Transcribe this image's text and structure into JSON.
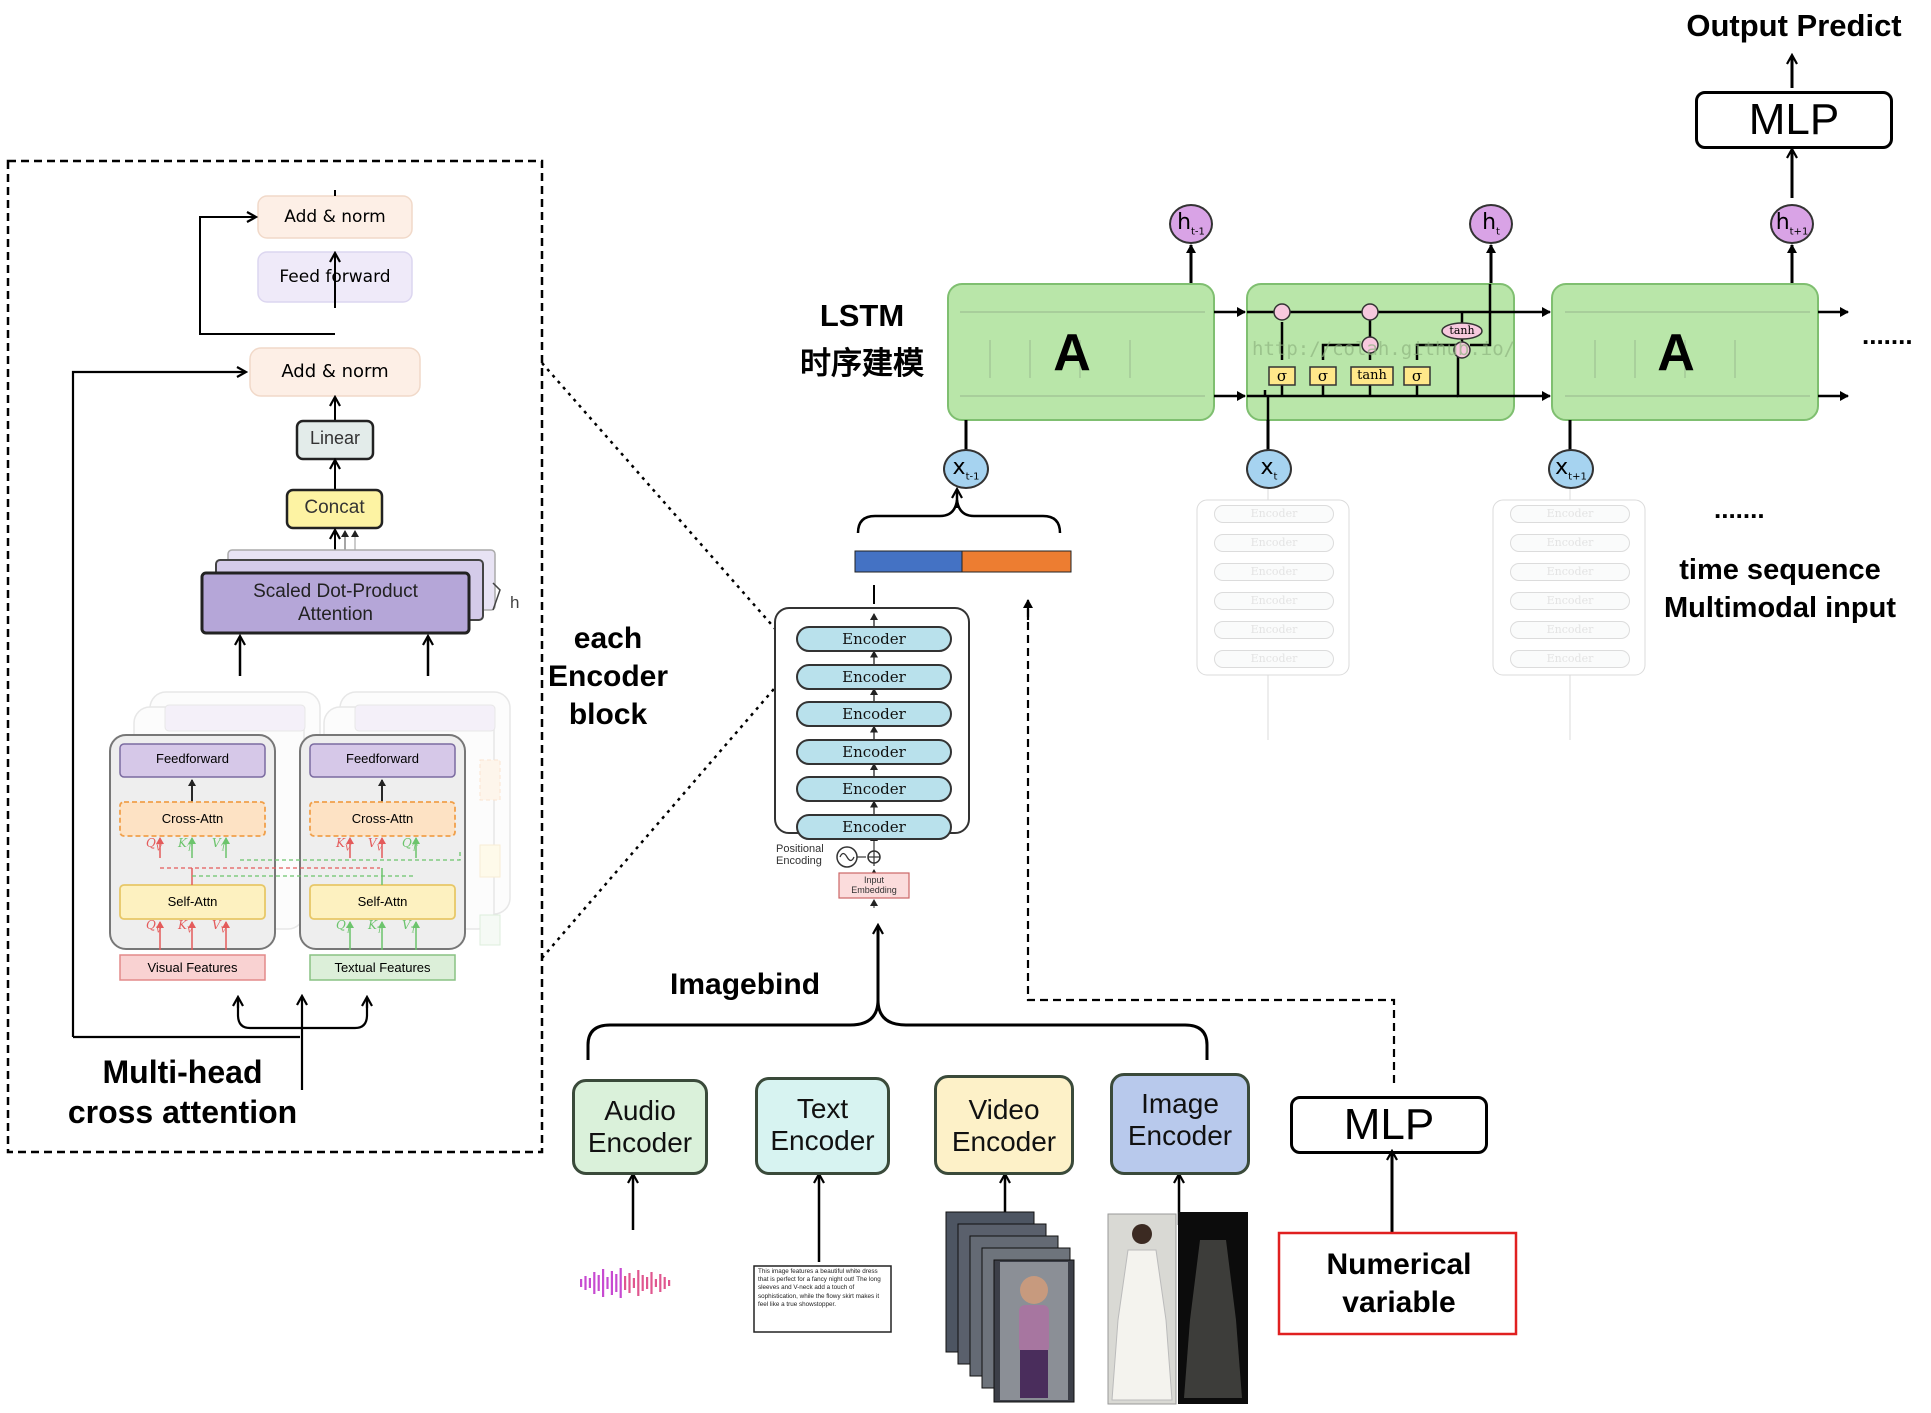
{
  "output_predict": "Output Predict",
  "top_mlp": "MLP",
  "lstm_title": "LSTM",
  "lstm_subtitle": "时序建模",
  "lstm_cells": {
    "a_left": "A",
    "a_right": "A"
  },
  "lstm_gates": {
    "sigma": "σ",
    "tanh": "tanh"
  },
  "watermark": "http://colah.github.io/",
  "hidden_states": [
    "h",
    "h",
    "h"
  ],
  "hidden_subs": [
    "t-1",
    "t",
    "t+1"
  ],
  "inputs": [
    "x",
    "x",
    "x"
  ],
  "input_subs": [
    "t-1",
    "t",
    "t+1"
  ],
  "ellipsis_right": ".......",
  "ellipsis_mid": ".......",
  "time_sequence_label": [
    "time sequence",
    "Multimodal input"
  ],
  "encoder_stack": {
    "label": "Encoder",
    "count": 6,
    "positional": [
      "Positional",
      "Encoding"
    ],
    "input_embedding": [
      "Input",
      "Embedding"
    ]
  },
  "each_encoder_block": [
    "each",
    "Encoder",
    "block"
  ],
  "imagebind": "Imagebind",
  "encoders": [
    {
      "name": [
        "Audio",
        "Encoder"
      ],
      "color": "#daf1da"
    },
    {
      "name": [
        "Text",
        "Encoder"
      ],
      "color": "#d7f3f1"
    },
    {
      "name": [
        "Video",
        "Encoder"
      ],
      "color": "#fdf1c8"
    },
    {
      "name": [
        "Image",
        "Encoder"
      ],
      "color": "#b8c9ec"
    }
  ],
  "bottom_mlp": "MLP",
  "numerical_variable": [
    "Numerical",
    "variable"
  ],
  "text_sample": "This image features a beautiful white dress that is perfect for a fancy night out! The long sleeves and V-neck add a touch of sophistication, while the flowy skirt makes it feel like a true showstopper.",
  "concat_colors": {
    "left": "#4472c4",
    "right": "#ed7d31"
  },
  "attention_block": {
    "add_norm_top": "Add & norm",
    "feed_forward": "Feed forward",
    "add_norm": "Add & norm",
    "linear": "Linear",
    "concat": "Concat",
    "sdpa": [
      "Scaled Dot-Product",
      "Attention"
    ],
    "h": "h",
    "feedforward": "Feedforward",
    "cross_attn": "Cross-Attn",
    "self_attn": "Self-Attn",
    "visual_features": "Visual Features",
    "textual_features": "Textual Features",
    "qkv_left_top": [
      "Q",
      "K",
      "V"
    ],
    "qkv_left_top_subs": [
      "V",
      "T",
      "T"
    ],
    "qkv_right_top": [
      "K",
      "V",
      "Q"
    ],
    "qkv_right_top_subs": [
      "V",
      "V",
      "T"
    ],
    "qkv_left_bot": [
      "Q",
      "K",
      "V"
    ],
    "qkv_left_bot_subs": [
      "V",
      "V",
      "V"
    ],
    "qkv_right_bot": [
      "Q",
      "K",
      "V"
    ],
    "qkv_right_bot_subs": [
      "T",
      "T",
      "T"
    ]
  },
  "multihead_label": [
    "Multi-head",
    "cross attention"
  ]
}
